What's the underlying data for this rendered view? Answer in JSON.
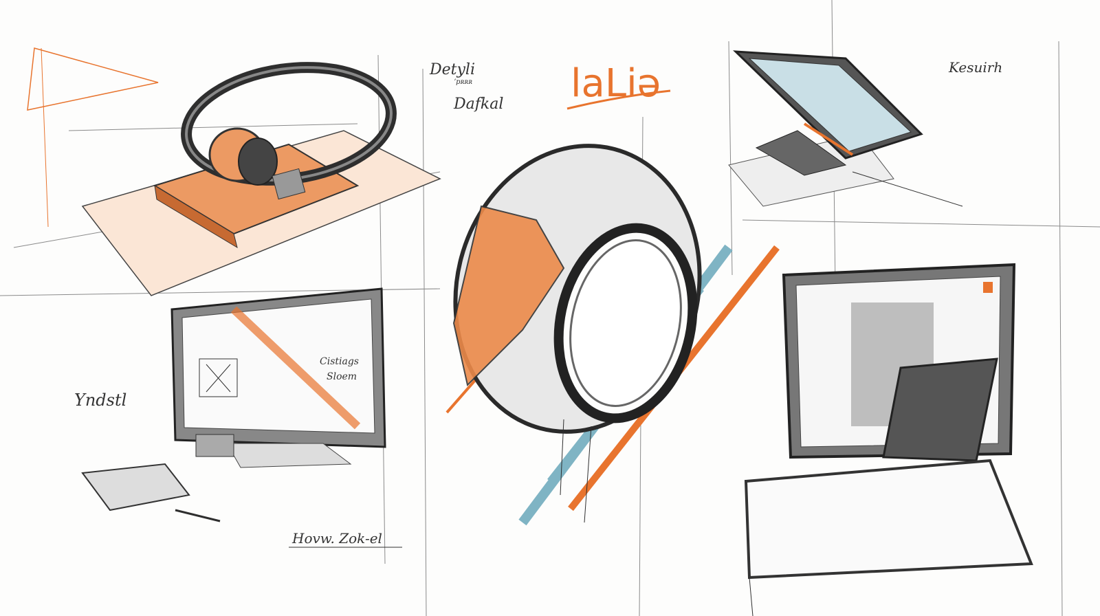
{
  "labels": {
    "top_center_title": "laLiə",
    "detail_label_1": "Detyli",
    "detail_sublabel_1": "ʼpʀʀʀ",
    "detail_label_2": "Dafkal",
    "top_right_label": "Kesuirh",
    "left_label": "Yndstl",
    "monitor_note_1": "Cistiags",
    "monitor_note_2": "Sloem",
    "bottom_label": "Hovw. Zok-el"
  },
  "colors": {
    "accent_orange": "#e8742e",
    "accent_blue": "#7fb4c4",
    "ink": "#2e2e2e",
    "paper": "#fdfdfc"
  }
}
